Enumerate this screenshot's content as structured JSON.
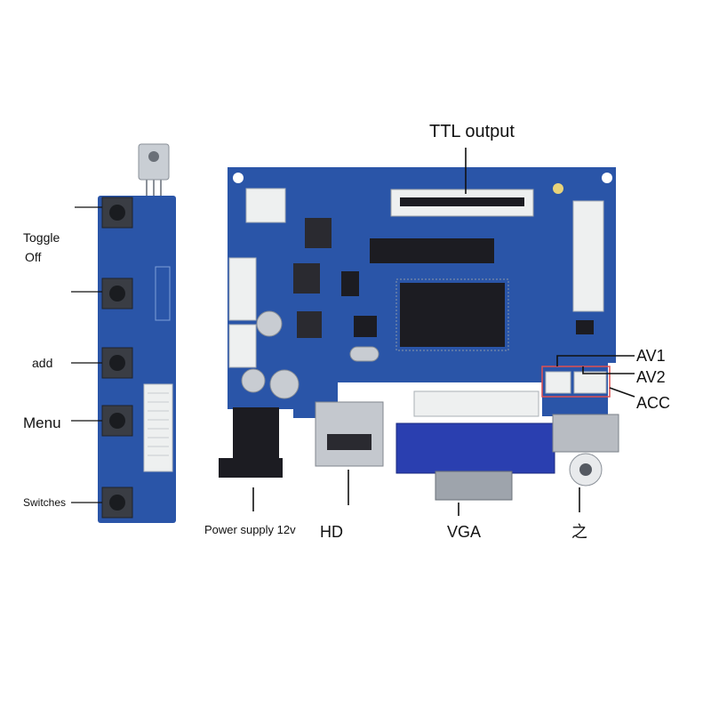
{
  "labels": {
    "ttl_output": "TTL output",
    "toggle": "Toggle",
    "off": "Off",
    "add": "add",
    "menu": "Menu",
    "switches": "Switches",
    "av1": "AV1",
    "av2": "AV2",
    "acc": "ACC",
    "power_supply": "Power supply 12v",
    "hd": "HD",
    "vga": "VGA",
    "zhi": "之"
  },
  "colors": {
    "pcb_blue": "#2a55a8",
    "pcb_dark": "#1e3f86",
    "connector_white": "#eef0f0",
    "chip_black": "#1c1c22",
    "vga_blue": "#2a3fb0",
    "highlight_red": "#e05050",
    "label_text": "#111111"
  }
}
